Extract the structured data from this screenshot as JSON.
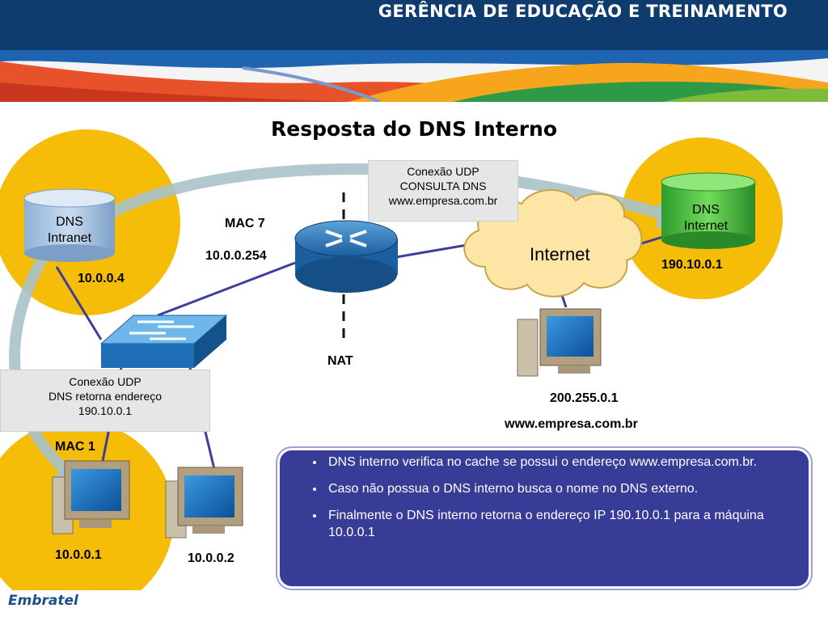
{
  "header": {
    "title": "GERÊNCIA DE EDUCAÇÃO E TREINAMENTO"
  },
  "slide": {
    "title": "Resposta do DNS Interno"
  },
  "nodes": {
    "dns_intranet": {
      "line1": "DNS",
      "line2": "Intranet",
      "ip": "10.0.0.4"
    },
    "dns_internet": {
      "line1": "DNS",
      "line2": "Internet",
      "ip": "190.10.0.1"
    },
    "router": {
      "mac": "MAC 7",
      "ip": "10.0.0.254",
      "nat": "NAT"
    },
    "internet_cloud": {
      "label": "Internet"
    },
    "web_server": {
      "ip": "200.255.0.1",
      "host": "www.empresa.com.br"
    },
    "client1": {
      "mac": "MAC 1",
      "ip": "10.0.0.1"
    },
    "client2": {
      "ip": "10.0.0.2"
    }
  },
  "callouts": {
    "top": {
      "line1": "Conexão UDP",
      "line2": "CONSULTA  DNS",
      "line3": "www.empresa.com.br"
    },
    "left": {
      "line1": "Conexão UDP",
      "line2": "DNS retorna endereço",
      "line3": "190.10.0.1"
    }
  },
  "info_box": {
    "bullets": [
      "DNS interno verifica  no cache se possui o endereço www.empresa.com.br.",
      "Caso não possua o DNS interno busca o nome no DNS externo.",
      "Finalmente o DNS interno retorna o endereço IP 190.10.0.1 para a máquina 10.0.0.1"
    ]
  },
  "footer": {
    "logo": "Embratel"
  },
  "colors": {
    "header_bg": "#0f3c6e",
    "circle": "#f5bd07",
    "info_box": "#373c96",
    "router": "#1f6fb0",
    "cloud": "#fde5a6"
  }
}
